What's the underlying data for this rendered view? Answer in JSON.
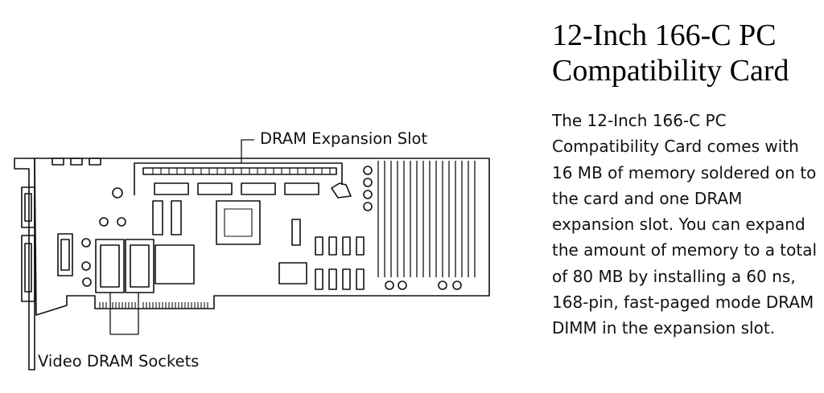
{
  "title": "12-Inch 166-C PC Compatibility Card",
  "description": "The 12-Inch 166-C PC Compatibility Card comes with 16 MB of memory soldered on to the card and one DRAM expansion slot. You can expand the amount of memory to a total of 80 MB by installing a 60 ns, 168-pin, fast-paged mode DRAM DIMM in the expansion slot.",
  "diagram": {
    "callouts": {
      "dram_slot": "DRAM Expansion Slot",
      "video_sockets": "Video DRAM Sockets"
    }
  }
}
